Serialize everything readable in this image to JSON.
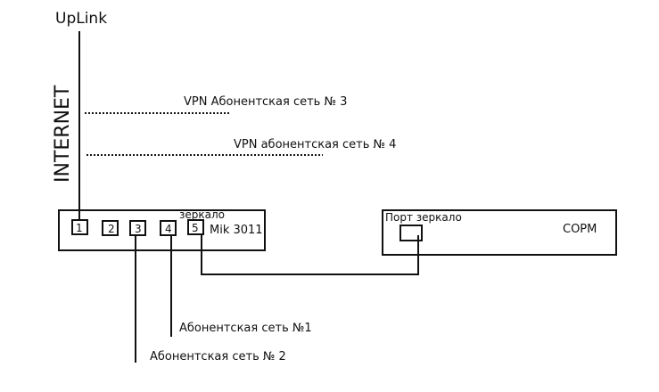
{
  "uplink": {
    "label": "UpLink"
  },
  "internet": {
    "label": "INTERNET"
  },
  "vpn_links": [
    {
      "label": "VPN Абонентская сеть № 3"
    },
    {
      "label": "VPN абонентская сеть № 4"
    }
  ],
  "switch": {
    "model": "Mik 3011",
    "mirror_label": "зеркало",
    "ports": [
      "1",
      "2",
      "3",
      "4",
      "5"
    ]
  },
  "sorm": {
    "label": "СОРМ",
    "port_label": "Порт зеркало"
  },
  "subscriber_nets": [
    {
      "label": "Абонентская сеть №1"
    },
    {
      "label": "Абонентская сеть № 2"
    }
  ],
  "colors": {
    "line": "#111111",
    "background": "#ffffff"
  }
}
